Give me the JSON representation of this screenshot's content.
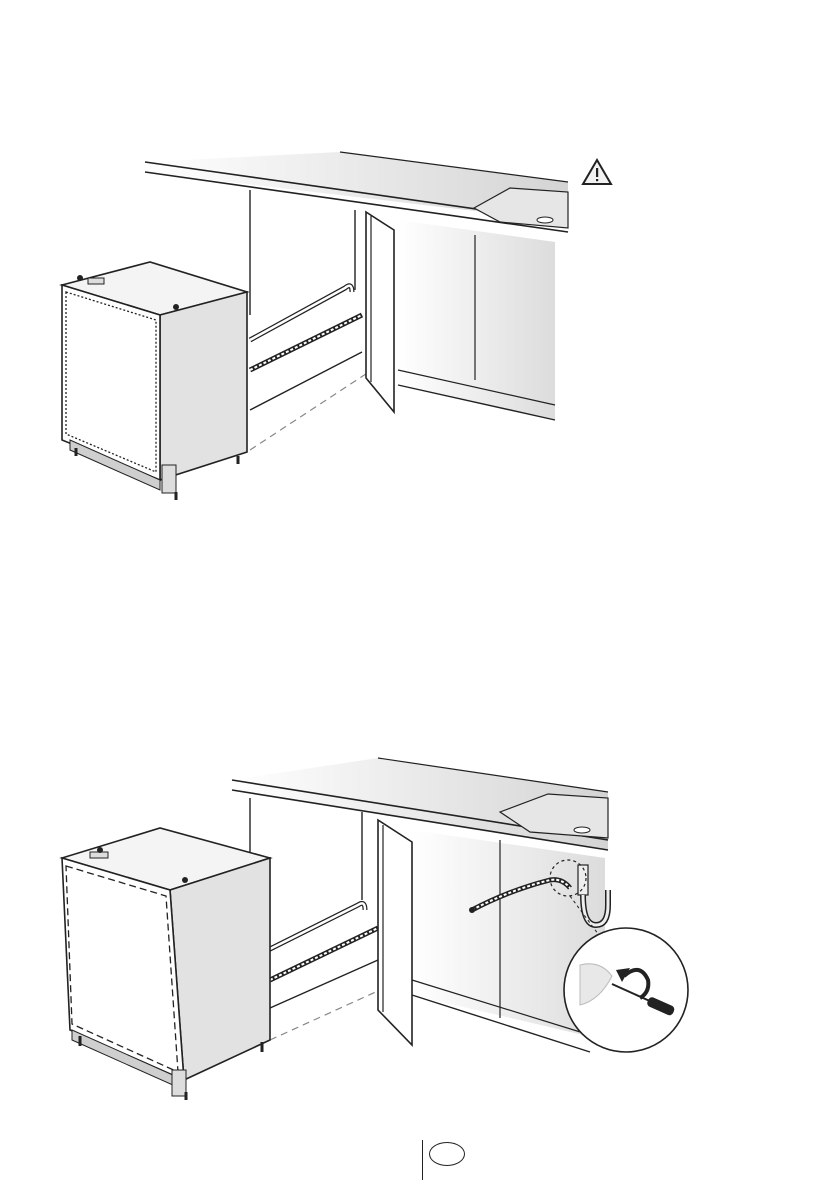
{
  "document": {
    "figures": [
      {
        "id": "installation-step-1",
        "icons": [
          "warning-icon"
        ],
        "elements": [
          "dishwasher",
          "kitchen-cabinet",
          "countertop",
          "sink",
          "water-inlet-hose",
          "drain-hose",
          "open-cabinet-door"
        ]
      },
      {
        "id": "installation-step-2",
        "icons": [
          "rotate-arrow-icon",
          "screwdriver-icon"
        ],
        "elements": [
          "dishwasher",
          "kitchen-cabinet",
          "countertop",
          "sink",
          "drain-hose",
          "siphon",
          "hose-clamp-detail"
        ]
      }
    ],
    "footer": {
      "language_code": ""
    },
    "colors": {
      "line": "#222222",
      "warning_fill": "#f2f2f2"
    }
  }
}
